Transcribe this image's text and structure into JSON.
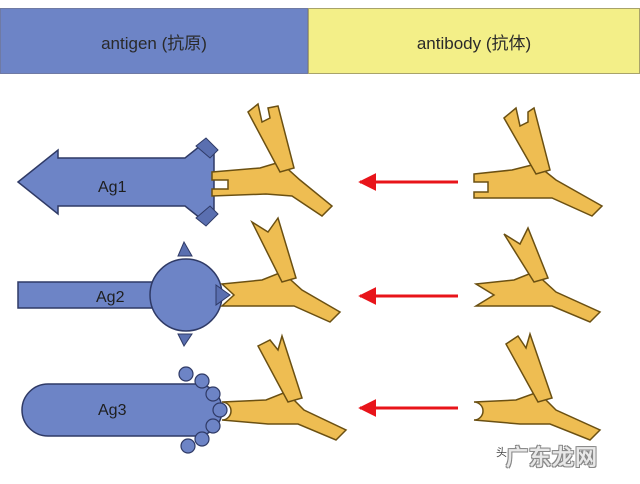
{
  "header": {
    "antigen_label": "antigen (抗原)",
    "antibody_label": "antibody (抗体)"
  },
  "antigens": [
    {
      "label": "Ag1",
      "shape": "hexagonal-arrow-with-notched-sites"
    },
    {
      "label": "Ag2",
      "shape": "rod-with-pointed-bulb"
    },
    {
      "label": "Ag3",
      "shape": "capsule-with-round-beads"
    }
  ],
  "colors": {
    "antigen_fill": "#6d84c6",
    "antigen_stroke": "#2f3a66",
    "antibody_fill": "#eebd52",
    "antibody_stroke": "#6b5012",
    "arrow": "#e8141a",
    "antibody_header": "#f3ef88"
  },
  "watermark": {
    "prefix": "头",
    "logo": "广东龙网"
  }
}
